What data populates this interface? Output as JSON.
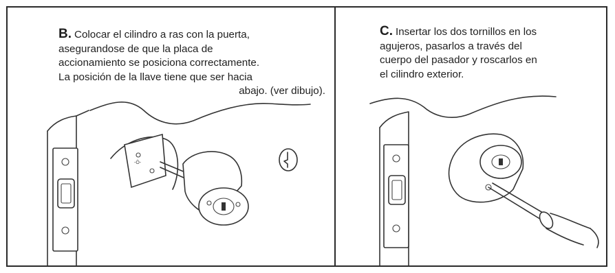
{
  "panels": [
    {
      "step": "B.",
      "lines": [
        "Colocar el cilindro a ras con la puerta,",
        "asegurandose de que la placa de",
        "accionamiento se posiciona correctamente.",
        "La posición de la llave tiene que ser hacia",
        "abajo. (ver dibujo)."
      ],
      "illustration": "cylinder-alignment-illustration",
      "inset_icon": "key-down-position-icon"
    },
    {
      "step": "C.",
      "lines": [
        "Insertar los dos tornillos en los",
        "agujeros, pasarlos a través del",
        "cuerpo del pasador y roscarlos en",
        "el cilindro exterior."
      ],
      "illustration": "screwdriver-installation-illustration"
    }
  ]
}
